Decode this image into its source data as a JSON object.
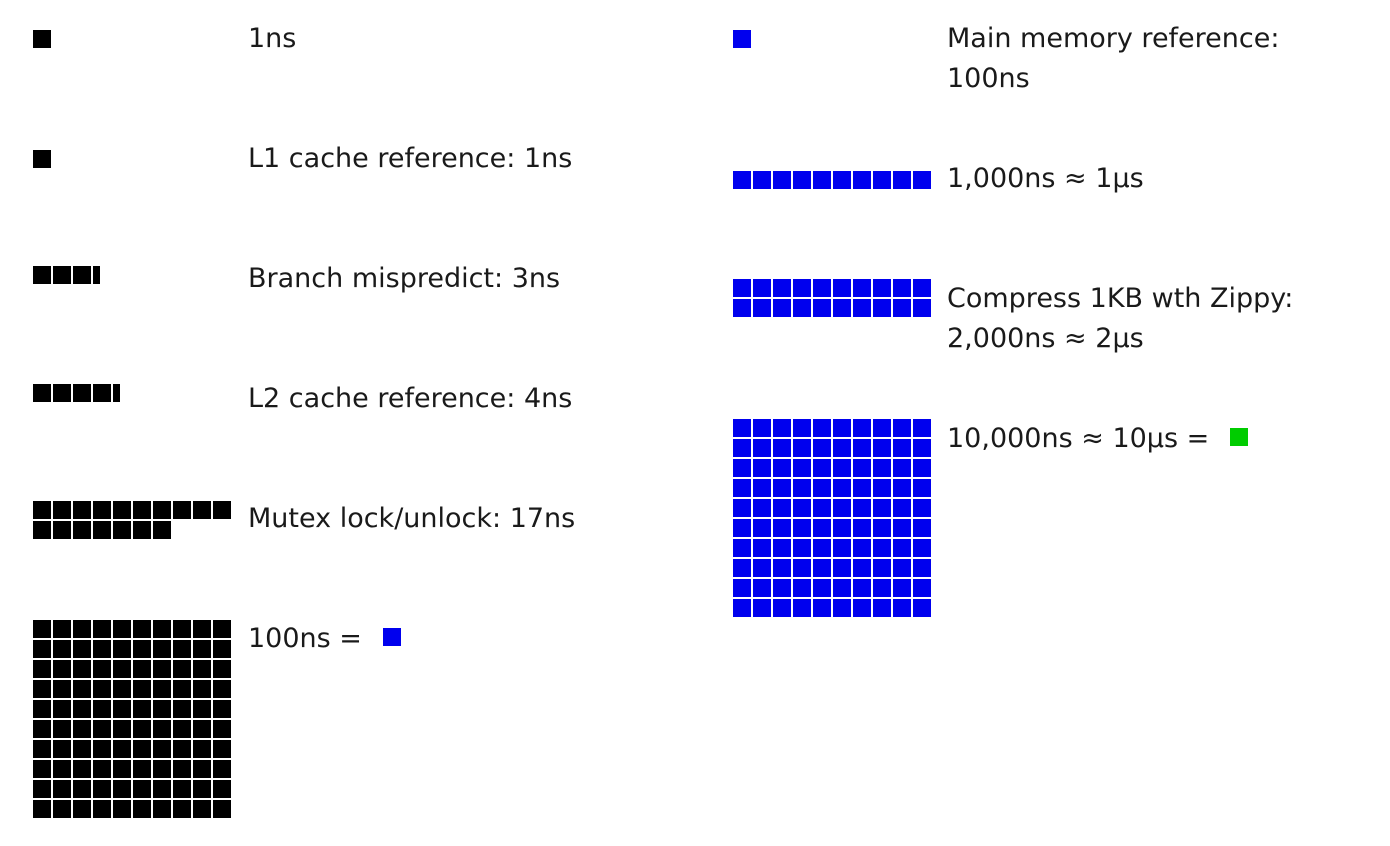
{
  "colors": {
    "ns_unit": "#000000",
    "hundred_ns_unit": "#0000ee",
    "ten_us_unit": "#00cc00"
  },
  "left_column": [
    {
      "id": "ns-1",
      "label": "1ns",
      "units": 1,
      "color_key": "ns_unit",
      "partial": 0
    },
    {
      "id": "l1-cache",
      "label": "L1 cache reference: 1ns",
      "units": 1,
      "color_key": "ns_unit",
      "partial": 0
    },
    {
      "id": "branch-mispredict",
      "label": "Branch mispredict: 3ns",
      "units": 3,
      "color_key": "ns_unit",
      "partial": 0.4
    },
    {
      "id": "l2-cache",
      "label": "L2 cache reference: 4ns",
      "units": 4,
      "color_key": "ns_unit",
      "partial": 0.4
    },
    {
      "id": "mutex",
      "label": "Mutex lock/unlock: 17ns",
      "units": 17,
      "color_key": "ns_unit",
      "partial": 0
    },
    {
      "id": "ns-100",
      "label": "100ns = ",
      "units": 100,
      "color_key": "ns_unit",
      "partial": 0,
      "equals_swatch": "hundred_ns_unit"
    }
  ],
  "right_column": [
    {
      "id": "main-memory",
      "label_lines": [
        "Main memory reference:",
        "100ns"
      ],
      "units": 1,
      "color_key": "hundred_ns_unit"
    },
    {
      "id": "us-1",
      "label_lines": [
        "1,000ns ≈ 1μs"
      ],
      "units": 10,
      "color_key": "hundred_ns_unit"
    },
    {
      "id": "zippy",
      "label_lines": [
        "Compress 1KB wth Zippy:",
        "2,000ns ≈ 2μs"
      ],
      "units": 20,
      "color_key": "hundred_ns_unit"
    },
    {
      "id": "us-10",
      "label_lines": [
        "10,000ns ≈ 10μs = "
      ],
      "units": 100,
      "color_key": "hundred_ns_unit",
      "equals_swatch": "ten_us_unit"
    }
  ]
}
